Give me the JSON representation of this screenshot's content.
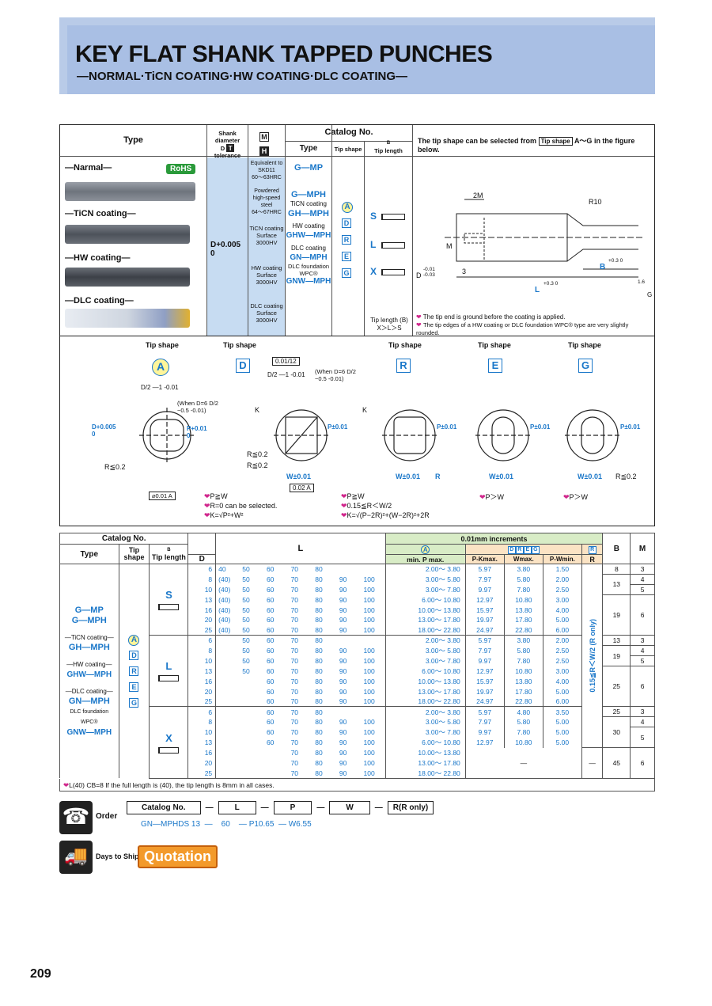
{
  "header": {
    "title": "KEY FLAT SHANK TAPPED PUNCHES",
    "subtitle": "—NORMAL·TiCN COATING·HW COATING·DLC COATING—"
  },
  "spec": {
    "col_type": "Type",
    "col_shank": "Shank diameter",
    "col_shank_tol": "tolerance",
    "col_shank_d": "D",
    "col_shank_t": "T",
    "col_mh_m": "M",
    "col_mh_h": "H",
    "col_catalog": "Catalog No.",
    "col_cat_type": "Type",
    "col_tip_shape": "Tip shape",
    "col_b": "B",
    "col_tip_length": "Tip length",
    "tip_note": "The tip shape can be selected from",
    "tip_note_box": "Tip shape",
    "tip_note_end": "A～G in the figure below.",
    "types": [
      "—Narmal—",
      "—TiCN coating—",
      "—HW coating—",
      "—DLC coating—"
    ],
    "rohs": "RoHS",
    "tolerance": "D+0.005 0",
    "materials": [
      {
        "text": "Equivalent to SKD11\n60～63HRC",
        "code": "G—MP"
      },
      {
        "text": "Powdered high-speed steel\n64～67HRC",
        "code": "G—MPH"
      },
      {
        "text": "TiCN coating\nSurface\n3000HV",
        "code": "GH—MPH"
      },
      {
        "text": "HW coating\nSurface\n3000HV",
        "code": "GHW—MPH"
      },
      {
        "text": "DLC coating\nSurface\n3000HV",
        "code": "GN—MPH"
      }
    ],
    "cat_types": [
      "G—MP",
      "G—MPH",
      "TiCN coating",
      "GH—MPH",
      "HW coating",
      "GHW—MPH",
      "DLC coating",
      "GN—MPH",
      "DLC foundation WPC®",
      "GNW—MPH"
    ],
    "tip_shapes": [
      "A",
      "D",
      "R",
      "E",
      "G"
    ],
    "tip_lengths": [
      "S",
      "L",
      "X"
    ],
    "tip_length_note": "Tip length (B)\nX＞L＞S",
    "drawing_labels": {
      "m2": "2M",
      "r10": "R10",
      "m": "M",
      "d": "D",
      "d_tol": "-0.01 -0.03",
      "three": "3",
      "b": "B",
      "b_tol": "+0.3 0",
      "l": "L",
      "l_tol": "+0.3 0",
      "g": "G",
      "g_deg": "1.6"
    },
    "notes": [
      "The tip end is ground before the coating is applied.",
      "The tip edges of a HW coating or DLC foundation WPC® type are very slightly rounded."
    ]
  },
  "shapes": {
    "heading": "Tip shape",
    "items": [
      {
        "letter": "A"
      },
      {
        "letter": "D"
      },
      {
        "letter": "R"
      },
      {
        "letter": "E"
      },
      {
        "letter": "G"
      }
    ],
    "a_notes": [
      "D/2 —1 -0.01",
      "(When D=6  D/2 −0.5 -0.01)",
      "D+0.005 0",
      "R≦0.2",
      "P+0.01 0",
      "⌀0.01 A"
    ],
    "d_notes": [
      "0.01/12",
      "D/2 —1 -0.01",
      "(When D=6 D/2 −0.5 -0.01)",
      "K",
      "R≦0.2",
      "R≦0.2",
      "P±0.01",
      "W±0.01",
      "0.02 A"
    ],
    "r_notes": [
      "K",
      "P±0.01",
      "W±0.01",
      "R"
    ],
    "e_notes": [
      "P±0.01",
      "W±0.01"
    ],
    "g_notes": [
      "P±0.01",
      "W±0.01",
      "R≦0.2"
    ],
    "formulas": {
      "d": [
        "P≧W",
        "R=0 can be selected.",
        "K=√P²+W²"
      ],
      "r": [
        "P≧W",
        "0.15≦R＜W/2",
        "K=√(P−2R)²+(W−2R)²+2R"
      ],
      "e": [
        "P＞W"
      ],
      "g": [
        "P＞W"
      ]
    }
  },
  "table": {
    "catalog": "Catalog No.",
    "type": "Type",
    "tip_shape": "Tip shape",
    "tip_length": "Tip length",
    "b_hdr": "B",
    "d": "D",
    "l": "L",
    "increments": "0.01mm increments",
    "minmax": "min. P max.",
    "p_kmax": "P-Kmax.",
    "wmax": "Wmax.",
    "p_wmin": "P-Wmin.",
    "r": "R",
    "b": "B",
    "m": "M",
    "r_note": "0.15≦R＜W/2 (R only)",
    "types": [
      "G—MP",
      "G—MPH",
      "—TiCN coating—",
      "GH—MPH",
      "—HW coating—",
      "GHW—MPH",
      "—DLC coating—",
      "GN—MPH",
      "DLC foundation WPC®",
      "GNW—MPH"
    ],
    "dash": "—",
    "rows": [
      {
        "d": "6",
        "l": [
          "40",
          "50",
          "60",
          "70",
          "80",
          "",
          ""
        ],
        "p": "2.00～ 3.80",
        "k": "5.97",
        "w": "3.80",
        "pw": "1.50"
      },
      {
        "d": "8",
        "l": [
          "(40)",
          "50",
          "60",
          "70",
          "80",
          "90",
          "100"
        ],
        "p": "3.00～ 5.80",
        "k": "7.97",
        "w": "5.80",
        "pw": "2.00"
      },
      {
        "d": "10",
        "l": [
          "(40)",
          "50",
          "60",
          "70",
          "80",
          "90",
          "100"
        ],
        "p": "3.00～ 7.80",
        "k": "9.97",
        "w": "7.80",
        "pw": "2.50"
      },
      {
        "d": "13",
        "l": [
          "(40)",
          "50",
          "60",
          "70",
          "80",
          "90",
          "100"
        ],
        "p": "6.00～ 10.80",
        "k": "12.97",
        "w": "10.80",
        "pw": "3.00"
      },
      {
        "d": "16",
        "l": [
          "(40)",
          "50",
          "60",
          "70",
          "80",
          "90",
          "100"
        ],
        "p": "10.00～ 13.80",
        "k": "15.97",
        "w": "13.80",
        "pw": "4.00"
      },
      {
        "d": "20",
        "l": [
          "(40)",
          "50",
          "60",
          "70",
          "80",
          "90",
          "100"
        ],
        "p": "13.00～ 17.80",
        "k": "19.97",
        "w": "17.80",
        "pw": "5.00"
      },
      {
        "d": "25",
        "l": [
          "(40)",
          "50",
          "60",
          "70",
          "80",
          "90",
          "100"
        ],
        "p": "18.00～ 22.80",
        "k": "24.97",
        "w": "22.80",
        "pw": "6.00"
      },
      {
        "d": "6",
        "l": [
          "",
          "50",
          "60",
          "70",
          "80",
          "",
          ""
        ],
        "p": "2.00～ 3.80",
        "k": "5.97",
        "w": "3.80",
        "pw": "2.00"
      },
      {
        "d": "8",
        "l": [
          "",
          "50",
          "60",
          "70",
          "80",
          "90",
          "100"
        ],
        "p": "3.00～ 5.80",
        "k": "7.97",
        "w": "5.80",
        "pw": "2.50"
      },
      {
        "d": "10",
        "l": [
          "",
          "50",
          "60",
          "70",
          "80",
          "90",
          "100"
        ],
        "p": "3.00～ 7.80",
        "k": "9.97",
        "w": "7.80",
        "pw": "2.50"
      },
      {
        "d": "13",
        "l": [
          "",
          "50",
          "60",
          "70",
          "80",
          "90",
          "100"
        ],
        "p": "6.00～ 10.80",
        "k": "12.97",
        "w": "10.80",
        "pw": "3.00"
      },
      {
        "d": "16",
        "l": [
          "",
          "",
          "60",
          "70",
          "80",
          "90",
          "100"
        ],
        "p": "10.00～ 13.80",
        "k": "15.97",
        "w": "13.80",
        "pw": "4.00"
      },
      {
        "d": "20",
        "l": [
          "",
          "",
          "60",
          "70",
          "80",
          "90",
          "100"
        ],
        "p": "13.00～ 17.80",
        "k": "19.97",
        "w": "17.80",
        "pw": "5.00"
      },
      {
        "d": "25",
        "l": [
          "",
          "",
          "60",
          "70",
          "80",
          "90",
          "100"
        ],
        "p": "18.00～ 22.80",
        "k": "24.97",
        "w": "22.80",
        "pw": "6.00"
      },
      {
        "d": "6",
        "l": [
          "",
          "",
          "60",
          "70",
          "80",
          "",
          ""
        ],
        "p": "2.00～ 3.80",
        "k": "5.97",
        "w": "4.80",
        "pw": "3.50"
      },
      {
        "d": "8",
        "l": [
          "",
          "",
          "60",
          "70",
          "80",
          "90",
          "100"
        ],
        "p": "3.00～ 5.80",
        "k": "7.97",
        "w": "5.80",
        "pw": "5.00"
      },
      {
        "d": "10",
        "l": [
          "",
          "",
          "60",
          "70",
          "80",
          "90",
          "100"
        ],
        "p": "3.00～ 7.80",
        "k": "9.97",
        "w": "7.80",
        "pw": "5.00"
      },
      {
        "d": "13",
        "l": [
          "",
          "",
          "60",
          "70",
          "80",
          "90",
          "100"
        ],
        "p": "6.00～ 10.80",
        "k": "12.97",
        "w": "10.80",
        "pw": "5.00"
      },
      {
        "d": "16",
        "l": [
          "",
          "",
          "",
          "70",
          "80",
          "90",
          "100"
        ],
        "p": "10.00～ 13.80",
        "k": "",
        "w": "",
        "pw": ""
      },
      {
        "d": "20",
        "l": [
          "",
          "",
          "",
          "70",
          "80",
          "90",
          "100"
        ],
        "p": "13.00～ 17.80",
        "k": "",
        "w": "",
        "pw": ""
      },
      {
        "d": "25",
        "l": [
          "",
          "",
          "",
          "70",
          "80",
          "90",
          "100"
        ],
        "p": "18.00～ 22.80",
        "k": "",
        "w": "",
        "pw": ""
      }
    ],
    "b_groups": [
      {
        "rows": 1,
        "b": "8",
        "m": [
          "3"
        ]
      },
      {
        "rows": 2,
        "b": "13",
        "m": [
          "4",
          "5"
        ]
      },
      {
        "rows": 4,
        "b": "19",
        "m": [
          "6"
        ]
      },
      {
        "rows": 1,
        "b": "13",
        "m": [
          "3"
        ]
      },
      {
        "rows": 2,
        "b": "19",
        "m": [
          "4",
          "5"
        ]
      },
      {
        "rows": 4,
        "b": "25",
        "m": [
          "6"
        ]
      },
      {
        "rows": 1,
        "b": "25",
        "m": [
          "3"
        ]
      },
      {
        "rows": 3,
        "b": "30",
        "m": [
          "4",
          "5"
        ]
      },
      {
        "rows": 4,
        "b": "45",
        "m": [
          "6"
        ]
      }
    ],
    "footnote": "L(40)  CB=8   If the full length is (40), the tip length is 8mm in all cases."
  },
  "order": {
    "label": "Order",
    "fields": [
      "Catalog No.",
      "L",
      "P",
      "W",
      "R(R only)"
    ],
    "example": "GN—MPHDS 13  —    60    — P10.65  — W6.55",
    "days_label": "Days to Ship",
    "quotation": "Quotation"
  },
  "page_number": "209"
}
